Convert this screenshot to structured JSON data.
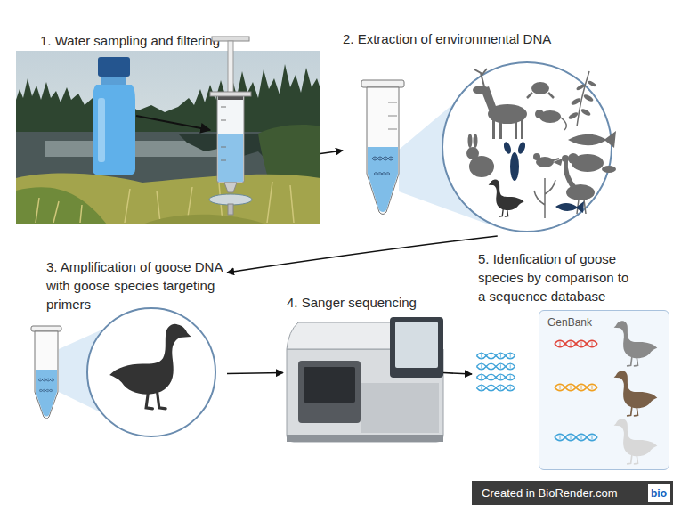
{
  "diagram": {
    "nodes": [
      {
        "text": [
          "1. Water sampling and filtering"
        ]
      },
      {
        "text": [
          "2. Extraction of environmental DNA"
        ]
      },
      {
        "text": [
          "3. Amplification of goose DNA with goose species targeting primers"
        ]
      },
      {
        "text": [
          "4. Sanger sequencing"
        ]
      },
      {
        "text": [
          "5. Idenfication of goose species by comparison to a sequence database"
        ]
      },
      {
        "text": [
          "GenBank"
        ],
        "in": 4
      }
    ],
    "edges": [
      {
        "from": 0,
        "to": 1,
        "arrow": "to"
      },
      {
        "from": 1,
        "to": 2,
        "arrow": "to"
      },
      {
        "from": 2,
        "to": 3,
        "arrow": "to"
      },
      {
        "from": 3,
        "to": 4,
        "arrow": "to"
      }
    ],
    "labels": [
      "Created in BioRender.com",
      "bio"
    ]
  }
}
